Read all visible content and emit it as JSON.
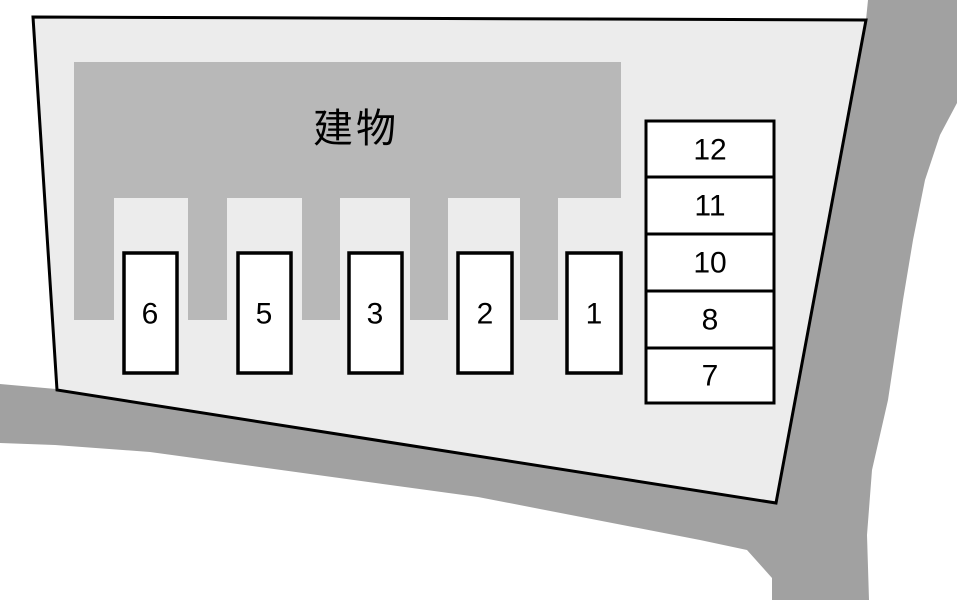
{
  "map_title": "parking-lot-layout",
  "colors": {
    "background": "#FFFFFF",
    "road": "#A1A1A1",
    "parcel": "#ECECEC",
    "building": "#B8B8B8",
    "stall_fill": "#FFFFFF",
    "outline": "#000000"
  },
  "building": {
    "label": "建物"
  },
  "stalls": [
    {
      "label": "6"
    },
    {
      "label": "5"
    },
    {
      "label": "3"
    },
    {
      "label": "2"
    },
    {
      "label": "1"
    }
  ],
  "stack_rows": [
    {
      "label": "12"
    },
    {
      "label": "11"
    },
    {
      "label": "10"
    },
    {
      "label": "8"
    },
    {
      "label": "7"
    }
  ]
}
